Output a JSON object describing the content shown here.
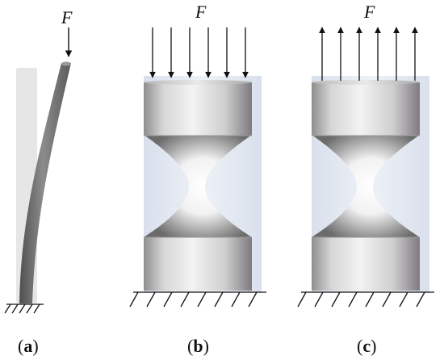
{
  "force_symbol": "F",
  "panels": [
    {
      "id": "a",
      "caption_letter": "a",
      "load": "compression",
      "description": "buckled column"
    },
    {
      "id": "b",
      "caption_letter": "b",
      "load": "compression",
      "description": "hourglass specimen"
    },
    {
      "id": "c",
      "caption_letter": "c",
      "load": "tension",
      "description": "hourglass specimen"
    }
  ],
  "colors": {
    "line": "#111111",
    "column_ghost": "#e6e6e6",
    "column_dark": "#6f6f6f",
    "block_dark": "#8a8a8a",
    "block_light": "#f2f2f2",
    "background_panel": "#e4e9f2"
  }
}
